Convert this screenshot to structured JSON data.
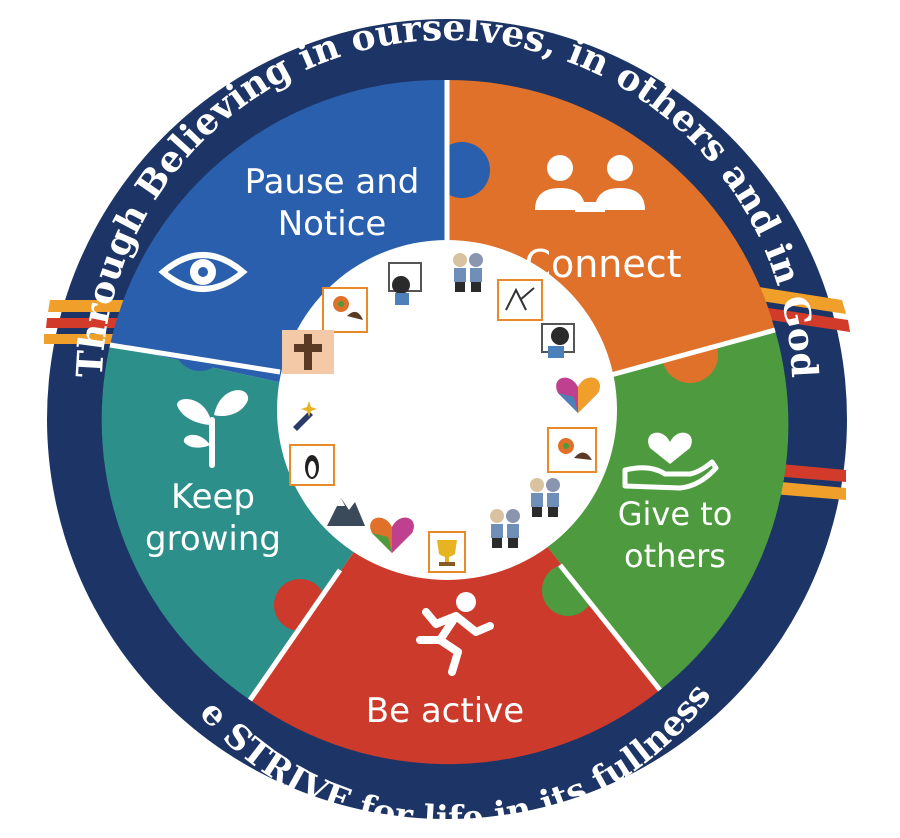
{
  "ring": {
    "top_text": "Through Believing in ourselves, in others and in God",
    "bottom_text": "We STRIVE for life in its fullness."
  },
  "segments": {
    "pause": {
      "line1": "Pause and",
      "line2": "Notice",
      "icon": "eye-icon",
      "color": "#2a5fad"
    },
    "connect": {
      "line1": "Connect",
      "icon": "people-icon",
      "color": "#e0712a"
    },
    "give": {
      "line1": "Give to",
      "line2": "others",
      "icon": "heart-in-hand-icon",
      "color": "#4e9a3f"
    },
    "active": {
      "line1": "Be active",
      "icon": "running-person-icon",
      "color": "#cc3a2b"
    },
    "growing": {
      "line1": "Keep",
      "line2": "growing",
      "icon": "sprout-icon",
      "color": "#2d8f8a"
    }
  },
  "colors": {
    "ring_navy": "#1d3566",
    "stripe_orange": "#f0a02a",
    "stripe_red": "#d23b2a"
  },
  "inner_icons": [
    "flower-card-icon",
    "girl-with-picture-icon",
    "children-pair-icon",
    "window-sketch-icon",
    "girl-with-picture-icon",
    "colorful-heart-icon",
    "flower-card-icon",
    "children-pair-icon",
    "children-pair-icon",
    "trophy-icon",
    "colorful-heart-icon",
    "mountain-icon",
    "penguin-card-icon",
    "sparkle-hand-icon",
    "cross-icon"
  ]
}
